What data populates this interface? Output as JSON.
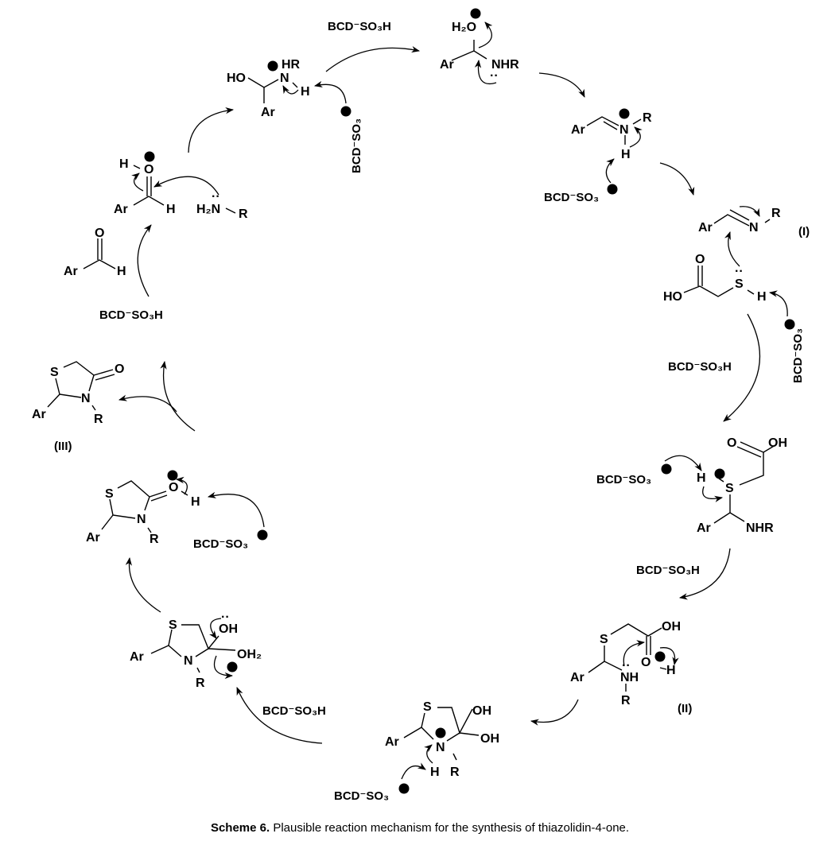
{
  "reagents": {
    "acid": "BCD⁻SO₃H",
    "base": "BCD⁻SO₃"
  },
  "atoms": {
    "Ar": "Ar",
    "HO": "HO",
    "OH": "OH",
    "H": "H",
    "N": "N",
    "HR": "HR",
    "NHR": "NHR",
    "NH": "NH",
    "R": "R",
    "S": "S",
    "O": "O",
    "H2O": "H₂O",
    "H2N": "H₂N",
    "OH2": "OH₂"
  },
  "compound_labels": {
    "I": "(I)",
    "II": "(II)",
    "III": "(III)"
  },
  "caption": {
    "bold": "Scheme 6.",
    "text": " Plausible reaction mechanism for the synthesis of thiazolidin-4-one."
  }
}
